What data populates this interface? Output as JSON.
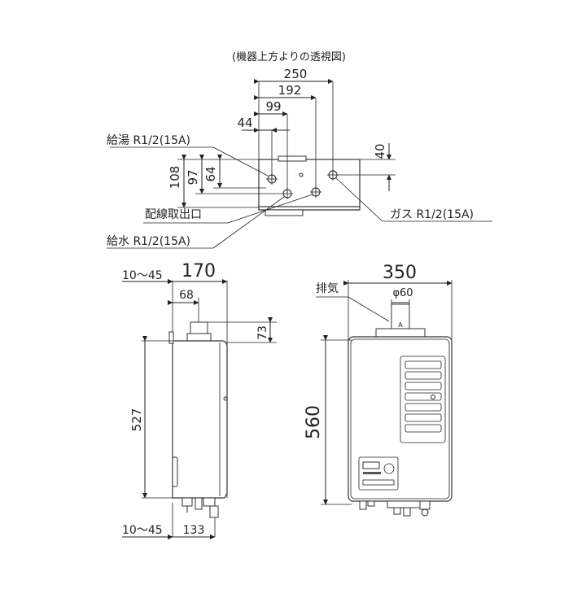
{
  "top_view": {
    "caption": "(機器上方よりの透視図)",
    "dims": {
      "d250": "250",
      "d192": "192",
      "d99": "99",
      "d44": "44",
      "d40": "40",
      "d108": "108",
      "d97": "97",
      "d64": "64"
    },
    "labels": {
      "hot_water": "給湯 R1/2(15A)",
      "wiring": "配線取出口",
      "water": "給水 R1/2(15A)",
      "gas": "ガス R1/2(15A)"
    }
  },
  "side_view": {
    "dims": {
      "clear_top": "10～45",
      "depth": "170",
      "d68": "68",
      "d73": "73",
      "height": "527",
      "clear_bottom": "10～45",
      "d133": "133"
    }
  },
  "front_view": {
    "dims": {
      "width": "350",
      "height": "560",
      "flue_dia": "φ60"
    },
    "labels": {
      "exhaust": "排気",
      "flue_mark": "A"
    }
  }
}
